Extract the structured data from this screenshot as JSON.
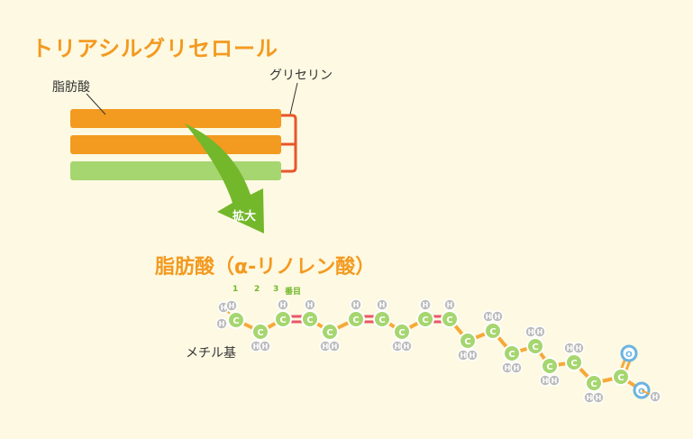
{
  "title": "トリアシルグリセロール",
  "labels": {
    "fatty_acid": "脂肪酸",
    "glycerol": "グリセリン",
    "expand": "拡大",
    "methyl": "メチル基"
  },
  "subtitle": "脂肪酸（α-リノレン酸）",
  "carbon_numbers": [
    "1",
    "2",
    "3",
    "番目"
  ],
  "atoms": {
    "carbon": "C",
    "hydrogen": "H",
    "oxygen": "O"
  },
  "colors": {
    "title": "#f39a20",
    "bar_orange": "#f39a20",
    "bar_green": "#a6d66f",
    "glycerol_bracket": "#e8562a",
    "arrow": "#73b72b",
    "bond": "#f5a93a",
    "double_bond": "#e8566a",
    "carbon": "#a6d66f",
    "hydrogen": "#bdbdbd",
    "oxygen": "#6bb4e0"
  }
}
